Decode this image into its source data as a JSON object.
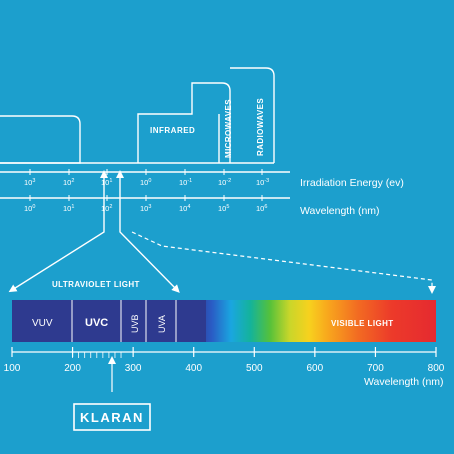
{
  "bands": {
    "infrared": "INFRARED",
    "microwaves": "MICROWAVES",
    "radiowaves": "RADIOWAVES"
  },
  "energy_scale": {
    "label": "Irradiation Energy (ev)",
    "ticks": [
      {
        "base": "10",
        "exp": "3"
      },
      {
        "base": "10",
        "exp": "2"
      },
      {
        "base": "10",
        "exp": "1"
      },
      {
        "base": "10",
        "exp": "0"
      },
      {
        "base": "10",
        "exp": "-1"
      },
      {
        "base": "10",
        "exp": "-2"
      },
      {
        "base": "10",
        "exp": "-3"
      }
    ]
  },
  "wavelength_scale": {
    "label": "Wavelength (nm)",
    "ticks": [
      {
        "base": "10",
        "exp": "0"
      },
      {
        "base": "10",
        "exp": "1"
      },
      {
        "base": "10",
        "exp": "2"
      },
      {
        "base": "10",
        "exp": "3"
      },
      {
        "base": "10",
        "exp": "4"
      },
      {
        "base": "10",
        "exp": "5"
      },
      {
        "base": "10",
        "exp": "6"
      }
    ]
  },
  "uv_group_label": "ULTRAVIOLET LIGHT",
  "spectrum": {
    "vuv": "VUV",
    "uvc": "UVC",
    "uvb": "UVB",
    "uva": "UVA",
    "visible": "VISIBLE LIGHT"
  },
  "axis": {
    "ticks": [
      "100",
      "200",
      "300",
      "400",
      "500",
      "600",
      "700",
      "800"
    ],
    "label": "Wavelength (nm)"
  },
  "brand": "KLARAN",
  "colors": {
    "background": "#1c9fcd",
    "uv_block": "#2e3a8f",
    "line": "#ffffff"
  }
}
